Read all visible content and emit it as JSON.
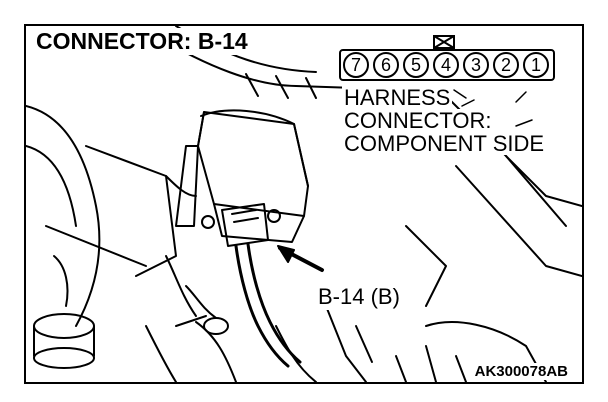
{
  "title": "CONNECTOR: B-14",
  "harness_label": {
    "line1": "HARNESS",
    "line2": "CONNECTOR:",
    "line3": "COMPONENT SIDE"
  },
  "pins": [
    "7",
    "6",
    "5",
    "4",
    "3",
    "2",
    "1"
  ],
  "callout_label": "B-14 (B)",
  "figure_code": "AK300078AB"
}
